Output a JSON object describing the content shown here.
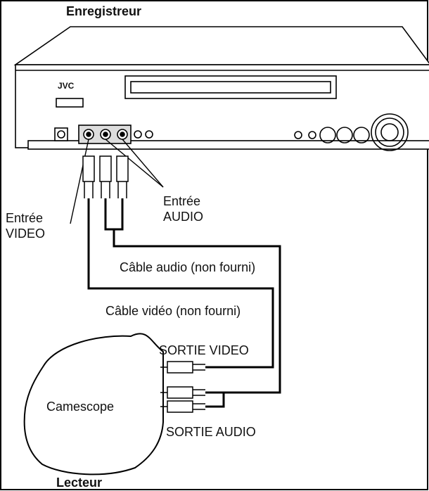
{
  "title": "Enregistreur",
  "bottom_title": "Lecteur",
  "vcr": {
    "brand": "JVC"
  },
  "labels": {
    "entree_audio_line1": "Entrée",
    "entree_audio_line2": "AUDIO",
    "entree_video_line1": "Entrée",
    "entree_video_line2": "VIDEO",
    "cable_audio": "Câble audio (non fourni)",
    "cable_video": "Câble vidéo (non fourni)",
    "sortie_video": "SORTIE VIDEO",
    "sortie_audio": "SORTIE AUDIO",
    "camescope": "Camescope"
  }
}
